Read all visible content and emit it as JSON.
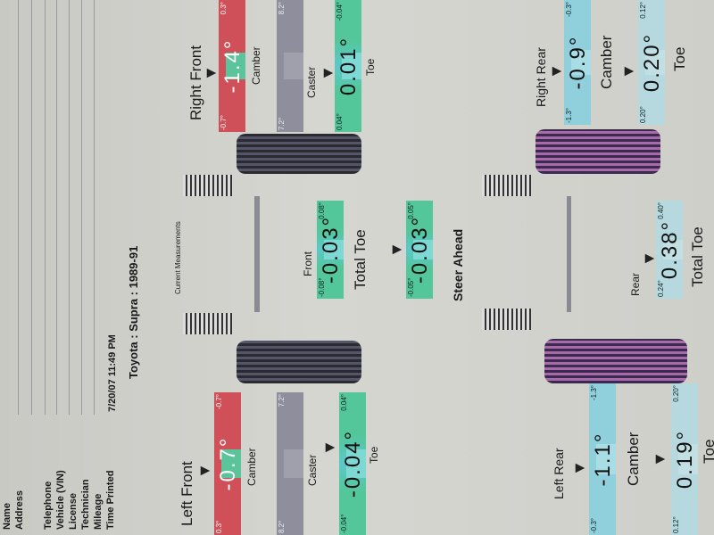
{
  "customer_fields": [
    "Name",
    "Address",
    "Telephone",
    "Vehicle (VIN)",
    "License",
    "Technician",
    "Mileage",
    "Time Printed"
  ],
  "time_printed": "7/20/07 11:49 PM",
  "vehicle": "Toyota : Supra : 1989-91",
  "section_title": "Current Measurements",
  "right_front": {
    "title": "Right Front",
    "camber": {
      "label": "Camber",
      "value": "-1.4°",
      "min": "-0.7°",
      "max": "0.3°"
    },
    "caster": {
      "label": "Caster",
      "min": "7.2°",
      "max": "8.2°"
    },
    "toe": {
      "label": "Toe",
      "value": "0.01°",
      "min": "0.04°",
      "max": "-0.04°"
    }
  },
  "left_front": {
    "title": "Left Front",
    "camber": {
      "label": "Camber",
      "value": "-0.7°",
      "min": "0.3°",
      "max": "-0.7°"
    },
    "caster": {
      "label": "Caster",
      "min": "8.2°",
      "max": "7.2°"
    },
    "toe": {
      "label": "Toe",
      "value": "-0.04°",
      "min": "-0.04°",
      "max": "0.04°"
    }
  },
  "front_total_toe": {
    "title": "Front",
    "label": "Total Toe",
    "value": "-0.03°",
    "min": "-0.08°",
    "max": "0.08°"
  },
  "steer_ahead": {
    "label": "Steer Ahead",
    "value": "-0.03°",
    "min": "-0.05°",
    "max": "0.05°"
  },
  "rear_total_toe": {
    "title": "Rear",
    "label": "Total Toe",
    "value": "0.38°",
    "min": "0.24°",
    "max": "0.40°"
  },
  "right_rear": {
    "title": "Right Rear",
    "camber": {
      "label": "Camber",
      "value": "-0.9°",
      "min": "-1.3°",
      "max": "-0.3°"
    },
    "toe": {
      "label": "Toe",
      "value": "0.20°",
      "min": "0.20°",
      "max": "0.12°"
    }
  },
  "left_rear": {
    "title": "Left Rear",
    "camber": {
      "label": "Camber",
      "value": "-1.1°",
      "min": "-0.3°",
      "max": "-1.3°"
    },
    "toe": {
      "label": "Toe",
      "value": "0.19°",
      "min": "0.12°",
      "max": "0.20°"
    }
  }
}
